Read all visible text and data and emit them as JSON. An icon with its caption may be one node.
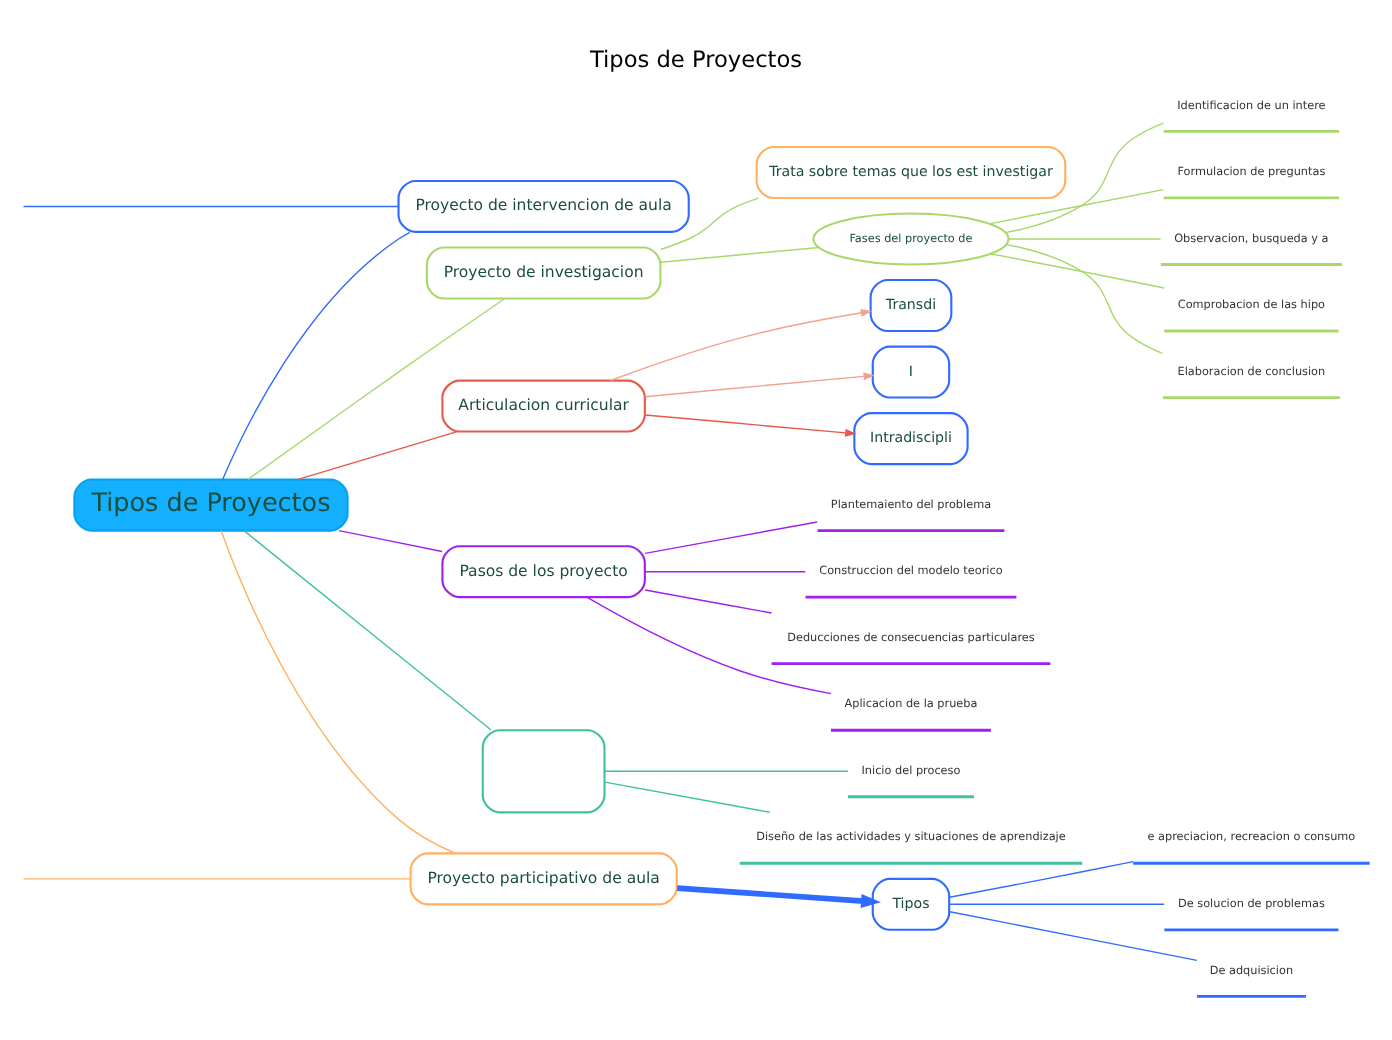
{
  "diagram": {
    "title": "Tipos de Proyectos",
    "nodes": [
      {
        "text": [
          "Tipos de Proyectos"
        ]
      },
      {
        "text": [
          "Proyecto de intervencion de aula"
        ]
      },
      {
        "text": [
          "Proyecto de investigacion"
        ]
      },
      {
        "text": [
          "Trata sobre temas que los est investigar"
        ]
      },
      {
        "text": [
          "Fases del proyecto de"
        ]
      },
      {
        "text": [
          "Identificacion de un intere"
        ]
      },
      {
        "text": [
          "Formulacion de preguntas"
        ]
      },
      {
        "text": [
          "Observacion, busqueda y a"
        ]
      },
      {
        "text": [
          "Comprobacion de las hipo"
        ]
      },
      {
        "text": [
          "Elaboracion de conclusion"
        ]
      },
      {
        "text": [
          "Articulacion curricular"
        ]
      },
      {
        "text": [
          "Transdi"
        ]
      },
      {
        "text": [
          "I"
        ]
      },
      {
        "text": [
          "Intradiscipli"
        ]
      },
      {
        "text": [
          "Pasos de los proyecto"
        ]
      },
      {
        "text": [
          "Plantemaiento del problema"
        ]
      },
      {
        "text": [
          "Construccion del modelo teorico"
        ]
      },
      {
        "text": [
          "Deducciones de consecuencias particulares"
        ]
      },
      {
        "text": [
          "Aplicacion de la prueba"
        ]
      },
      {
        "text": [],
        "shape": "box"
      },
      {
        "text": [
          "Inicio del proceso"
        ]
      },
      {
        "text": [
          "Diseño de las actividades y situaciones de aprendizaje"
        ]
      },
      {
        "text": [
          "Proyecto participativo de aula"
        ]
      },
      {
        "text": [
          "Tipos"
        ]
      },
      {
        "text": [
          "e apreciacion, recreacion o consumo"
        ]
      },
      {
        "text": [
          "De solucion de problemas"
        ]
      },
      {
        "text": [
          "De adquisicion"
        ]
      }
    ],
    "edges": [
      {
        "from": 0,
        "to": 1,
        "arrow": "none",
        "color": "#2f6bff"
      },
      {
        "from": 1,
        "to": null,
        "arrow": "none",
        "color": "#2f6bff"
      },
      {
        "from": 0,
        "to": 2,
        "arrow": "none",
        "color": "#a6d96a"
      },
      {
        "from": 2,
        "to": 3,
        "arrow": "none",
        "color": "#a6d96a"
      },
      {
        "from": 2,
        "to": 4,
        "arrow": "none",
        "color": "#a6d96a"
      },
      {
        "from": 4,
        "to": 5,
        "arrow": "none",
        "color": "#a6d96a"
      },
      {
        "from": 4,
        "to": 6,
        "arrow": "none",
        "color": "#a6d96a"
      },
      {
        "from": 4,
        "to": 7,
        "arrow": "none",
        "color": "#a6d96a"
      },
      {
        "from": 4,
        "to": 8,
        "arrow": "none",
        "color": "#a6d96a"
      },
      {
        "from": 4,
        "to": 9,
        "arrow": "none",
        "color": "#a6d96a"
      },
      {
        "from": 0,
        "to": 10,
        "arrow": "none",
        "color": "#e8594a"
      },
      {
        "from": 10,
        "to": 11,
        "arrow": "to",
        "color": "#f4a090"
      },
      {
        "from": 10,
        "to": 12,
        "arrow": "to",
        "color": "#f4a090"
      },
      {
        "from": 10,
        "to": 13,
        "arrow": "to",
        "color": "#e8594a"
      },
      {
        "from": 0,
        "to": 14,
        "arrow": "none",
        "color": "#a020f0"
      },
      {
        "from": 14,
        "to": 15,
        "arrow": "none",
        "color": "#a020f0"
      },
      {
        "from": 14,
        "to": 16,
        "arrow": "none",
        "color": "#a020f0"
      },
      {
        "from": 14,
        "to": 17,
        "arrow": "none",
        "color": "#a020f0"
      },
      {
        "from": 14,
        "to": 18,
        "arrow": "none",
        "color": "#a020f0"
      },
      {
        "from": 0,
        "to": 19,
        "arrow": "none",
        "color": "#40c0a0"
      },
      {
        "from": 19,
        "to": 20,
        "arrow": "none",
        "color": "#40c0a0"
      },
      {
        "from": 19,
        "to": 21,
        "arrow": "none",
        "color": "#40c0a0"
      },
      {
        "from": 0,
        "to": 22,
        "arrow": "none",
        "color": "#ffb060"
      },
      {
        "from": 22,
        "to": null,
        "arrow": "none",
        "color": "#ffb060"
      },
      {
        "from": 22,
        "to": 23,
        "arrow": "to",
        "style": "thick",
        "color": "#2f6bff"
      },
      {
        "from": 23,
        "to": 24,
        "arrow": "none",
        "color": "#2f6bff"
      },
      {
        "from": 23,
        "to": 25,
        "arrow": "none",
        "color": "#2f6bff"
      },
      {
        "from": 23,
        "to": 26,
        "arrow": "none",
        "color": "#2f6bff"
      }
    ]
  }
}
